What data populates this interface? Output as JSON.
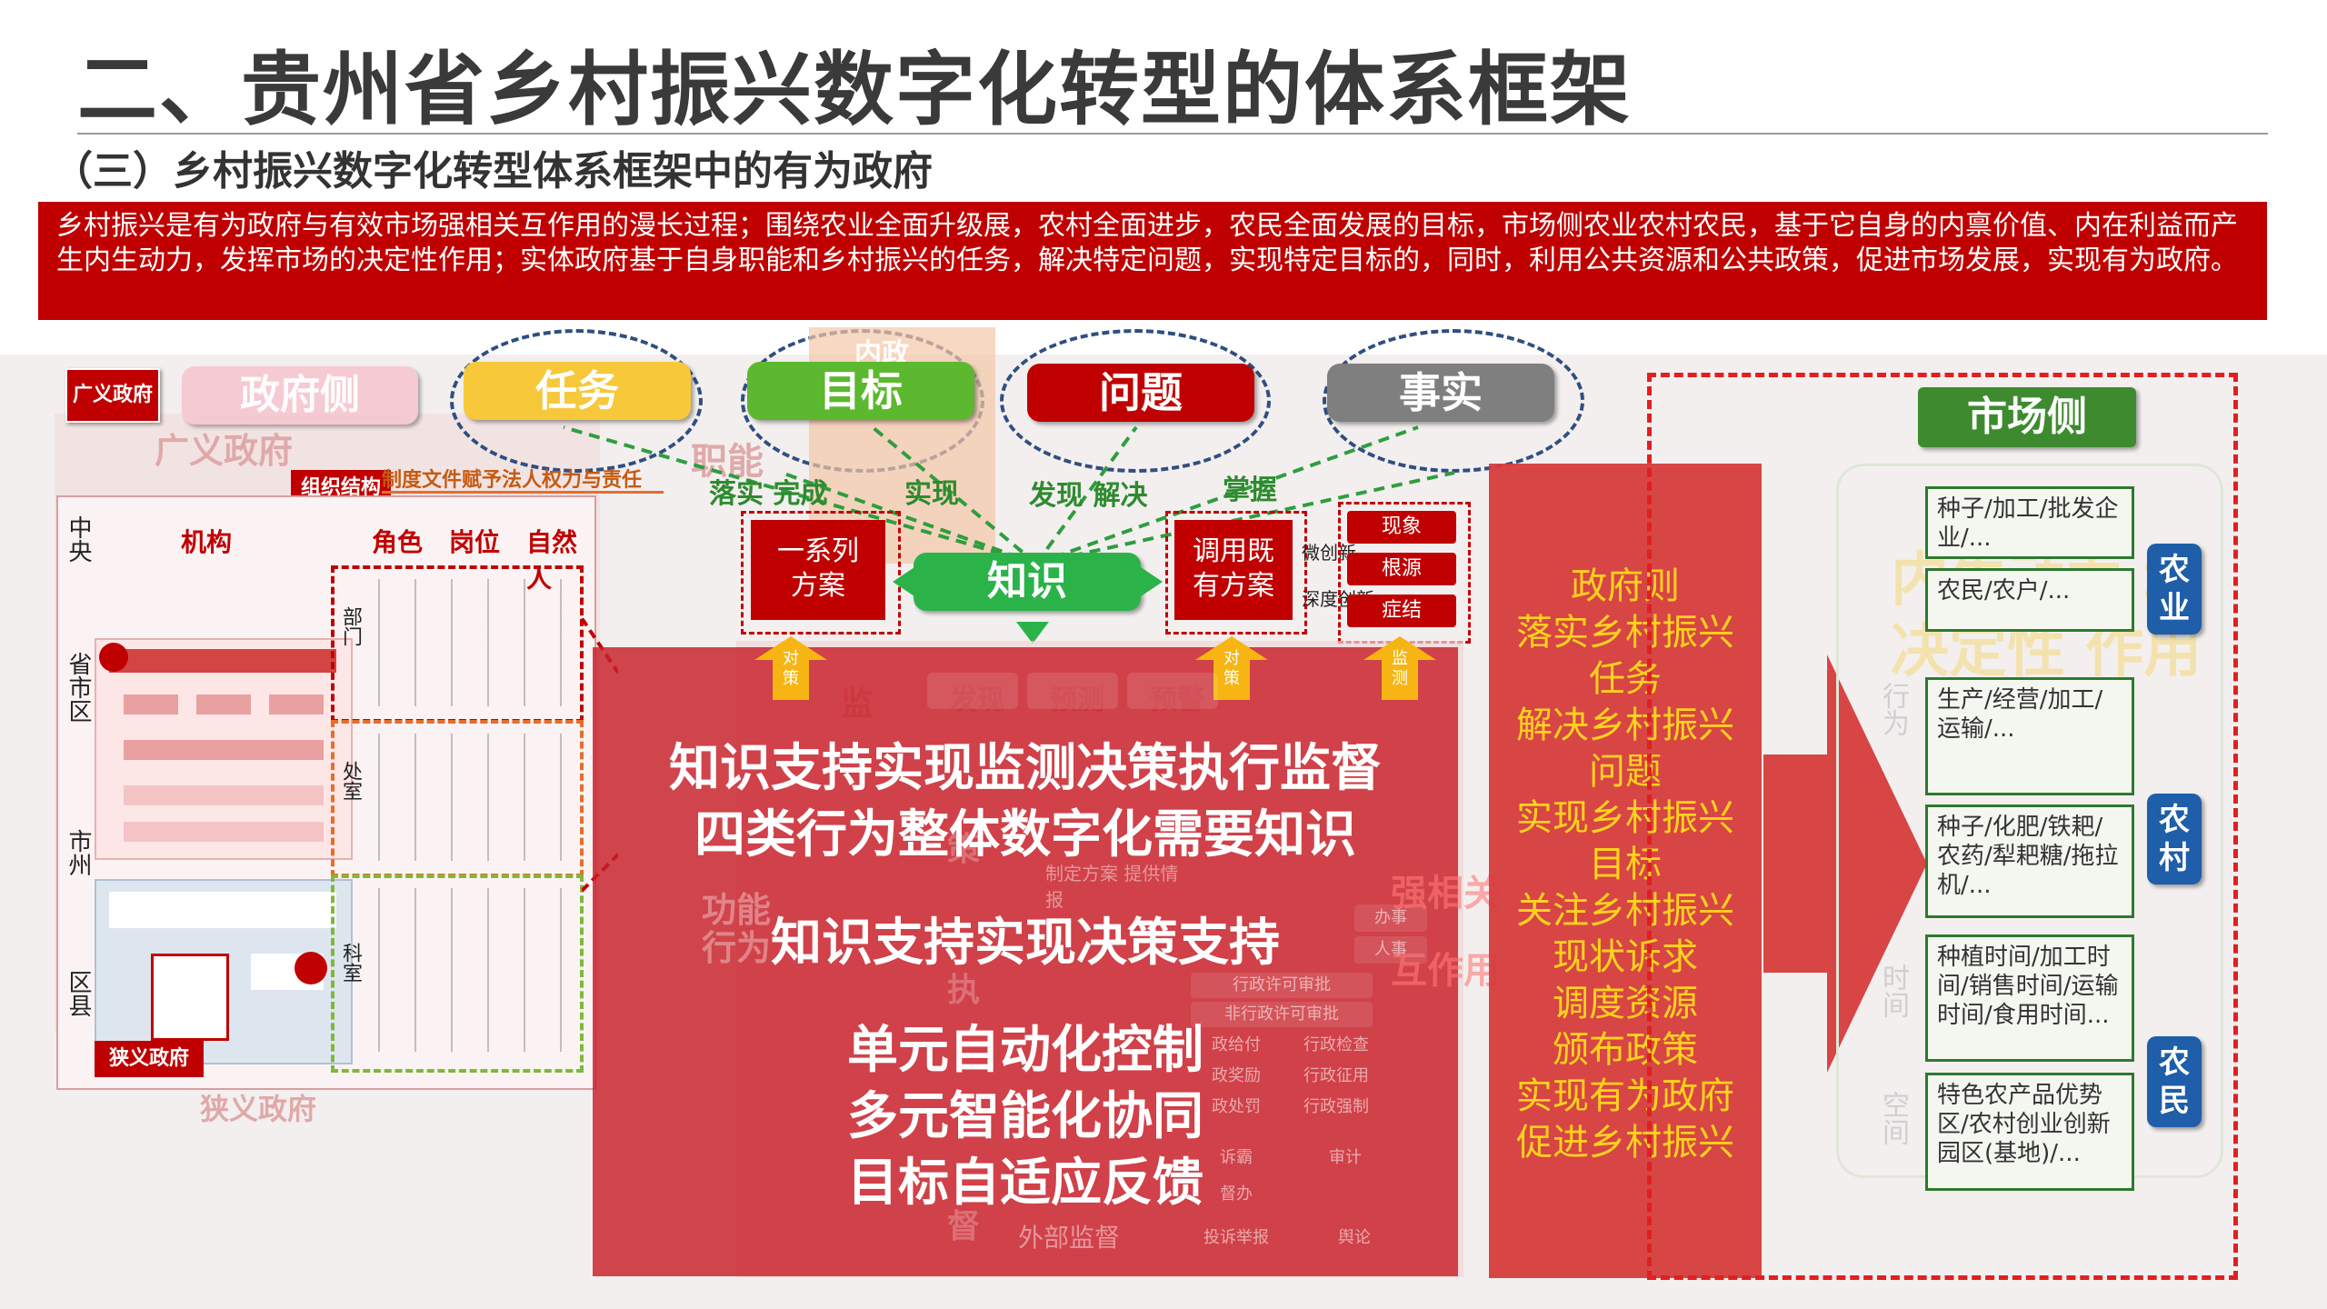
{
  "header": {
    "title": "二、贵州省乡村振兴数字化转型的体系框架",
    "subtitle": "（三）乡村振兴数字化转型体系框架中的有为政府",
    "intro": "乡村振兴是有为政府与有效市场强相关互作用的漫长过程；围绕农业全面升级展，农村全面进步，农民全面发展的目标，市场侧农业农村农民，基于它自身的内禀价值、内在利益而产生内生动力，发挥市场的决定性作用；实体政府基于自身职能和乡村振兴的任务，解决特定问题，实现特定目标的，同时，利用公共资源和公共政策，促进市场发展，实现有为政府。"
  },
  "left_panel": {
    "broad_gov_tag": "广义政府",
    "gov_side": "政府侧",
    "broad_gov_ghost": "广义政府",
    "org_tag": "组织结构",
    "vertical_levels": [
      "中央",
      "省市区",
      "市州",
      "区县"
    ],
    "col_headers": [
      "机构",
      "角色",
      "岗位",
      "自然人"
    ],
    "row_labels": [
      "部门",
      "处室",
      "科室"
    ],
    "narrow_gov_tag": "狭义政府",
    "narrow_gov_ghost": "狭义政府",
    "ghost_labels": [
      "职能",
      "功能",
      "行为"
    ]
  },
  "top_row": {
    "task": "任务",
    "goal": "目标",
    "problem": "问题",
    "fact": "事实",
    "top_note": "内政",
    "law_note": "制度文件赋予法人权力与责任",
    "arrow_labels": [
      "落实 完成",
      "实现",
      "发现 解决",
      "掌握"
    ],
    "left_box": "一系列\n方案",
    "knowledge": "知识",
    "right_box": "调用既\n有方案",
    "mini_labels": [
      "微创新",
      "深度创新"
    ],
    "side_boxes": [
      "现象",
      "根源",
      "症结"
    ],
    "up_arrows": [
      "对策",
      "对策",
      "监测"
    ]
  },
  "center_panel": {
    "bg_words": [
      "监",
      "发现",
      "预测",
      "预警",
      "策",
      "执",
      "督",
      "外部监督",
      "制定方案 提供情报"
    ],
    "small_cells": [
      "办事",
      "人事",
      "行政许可审批",
      "非行政许可审批",
      "政给付",
      "行政检查",
      "政奖励",
      "行政征用",
      "政处罚",
      "行政强制",
      "诉霸",
      "审计",
      "督办",
      "投诉举报",
      "舆论"
    ],
    "line1": "知识支持实现监测决策执行监督",
    "line2": "四类行为整体数字化需要知识",
    "line3": "知识支持实现决策支持",
    "line4": "单元自动化控制",
    "line5": "多元智能化协同",
    "line6": "目标自适应反馈",
    "ghost_words": [
      "强相关",
      "互作用"
    ]
  },
  "middle_column": {
    "lines": [
      "政府则",
      "落实乡村振兴",
      "任务",
      "解决乡村振兴",
      "问题",
      "实现乡村振兴",
      "目标",
      "关注乡村振兴",
      "现状诉求",
      "调度资源",
      "颁布政策",
      "实现有为政府",
      "促进乡村振兴"
    ]
  },
  "market": {
    "title": "市场侧",
    "ghost_big": "内生动力 场决定性 作用",
    "side_words": [
      "行为",
      "时间",
      "空间"
    ],
    "cells": [
      "种子/加工/批发企业/...",
      "农民/农户/...",
      "生产/经营/加工/运输/...",
      "种子/化肥/铁耙/农药/犁耙糖/拖拉机/...",
      "种植时间/加工时间/销售时间/运输时间/食用时间...",
      "特色农产品优势区/农村创业创新园区(基地)/..."
    ],
    "labels": [
      "农业",
      "农村",
      "农民"
    ]
  },
  "colors": {
    "red": "#c00000",
    "task_yellow": "#f7c83a",
    "goal_green": "#5cb82f",
    "problem_red": "#c00000",
    "fact_gray": "#7f7f7f",
    "market_green": "#3d8b2e",
    "market_blue": "#1f5ea8",
    "oval_navy": "#2f4f80",
    "orange_text": "#ffd21e"
  }
}
